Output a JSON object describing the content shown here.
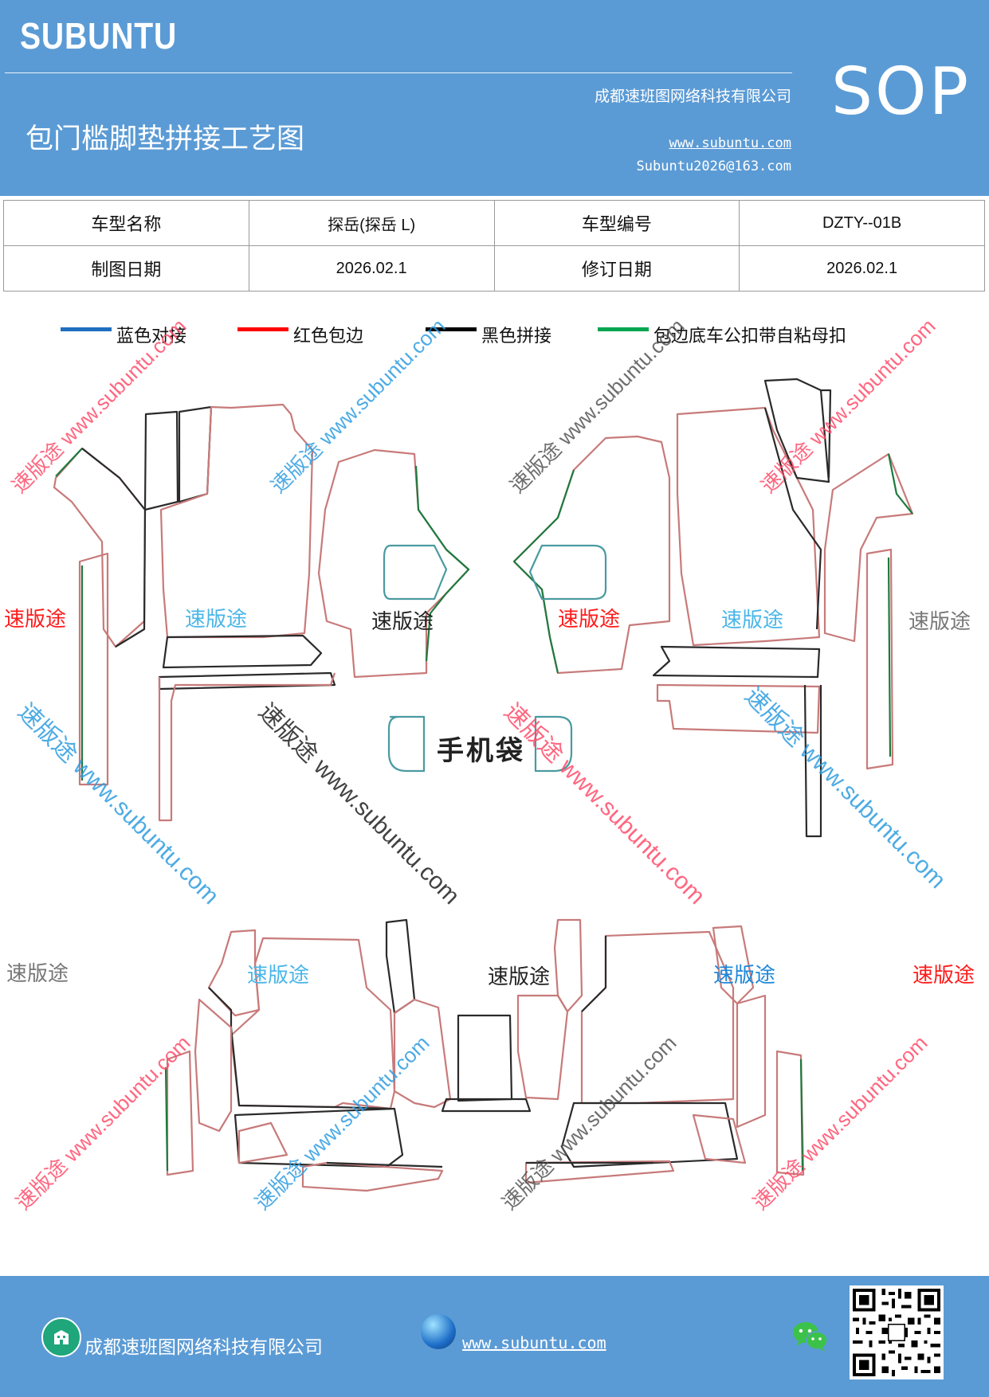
{
  "header": {
    "logo": "SUBUNTU",
    "company": "成都速班图网络科技有限公司",
    "sop_label": "SOP",
    "title": "包门槛脚垫拼接工艺图",
    "website": "www.subuntu.com",
    "email": "Subuntu2026@163.com"
  },
  "info_table": {
    "model_name_label": "车型名称",
    "model_name_value": "探岳(探岳 L)",
    "model_code_label": "车型编号",
    "model_code_value": "DZTY--01B",
    "draw_date_label": "制图日期",
    "draw_date_value": "2026.02.1",
    "revise_date_label": "修订日期",
    "revise_date_value": "2026.02.1"
  },
  "legend": [
    {
      "label": "蓝色对接",
      "color": "#1f6fbf"
    },
    {
      "label": "红色包边",
      "color": "#ff0000"
    },
    {
      "label": "黑色拼接",
      "color": "#000000"
    },
    {
      "label": "包边底车公扣带自粘母扣",
      "color": "#00a550"
    }
  ],
  "drawing": {
    "phone_pocket_label": "手机袋",
    "brand_watermark": "速版途",
    "url_watermark": "速版途 www.subuntu.com",
    "url_watermark_long": "速版途 www.subuntu.com",
    "line_colors": {
      "red": "#c87a7a",
      "black": "#2a2a2a",
      "green": "#1e7a3e",
      "teal": "#4a9aa0"
    }
  },
  "footer": {
    "company": "成都速班图网络科技有限公司",
    "website": "www.subuntu.com",
    "building_icon": "building-icon",
    "globe_icon": "globe-icon",
    "wechat_icon": "wechat-icon",
    "qr_code": "qr-code"
  },
  "colors": {
    "brand_blue": "#5b9bd5"
  }
}
